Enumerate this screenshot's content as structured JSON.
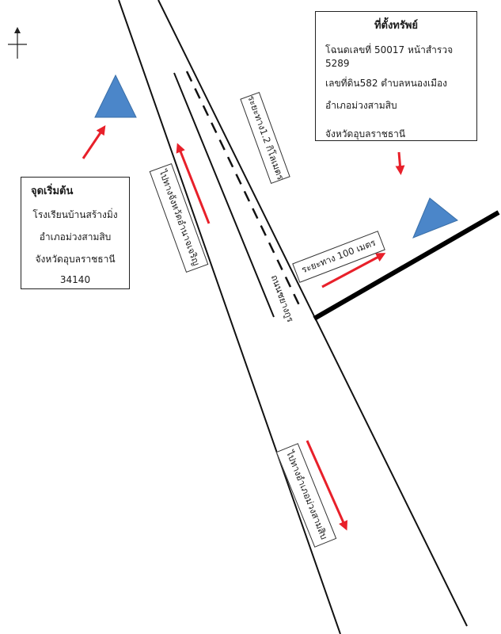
{
  "property_box": {
    "title": "ที่ตั้งทรัพย์",
    "line1": "โฉนดเลขที่ 50017 หน้าสำรวจ 5289",
    "line2": "เลขที่ดิน582  ตำบลหนองเมือง",
    "line3": "อำเภอม่วงสามสิบ",
    "line4": "จังหวัดอุบลราชธานี"
  },
  "start_box": {
    "title": "จุดเริ่มต้น",
    "line1": "โรงเรียนบ้านสร้างมิ่ง",
    "line2": "อำเภอม่วงสามสิบ",
    "line3": "จังหวัดอุบลราชธานี",
    "line4": "34140"
  },
  "labels": {
    "road_distance": "ระยะทาง1.2 กิโลเมตร",
    "to_amnat": "ไปทางจังหวัดอำนาจเจริญ",
    "distance_100": "ระยะทาง 100 เมตร",
    "to_muangsam": "ไปทางอำเภอม่วงสามสิบ",
    "road_name": "ถนนชยางกูร"
  },
  "colors": {
    "triangle": "#4b86c9",
    "arrow": "#e8202a",
    "line": "#111111"
  }
}
